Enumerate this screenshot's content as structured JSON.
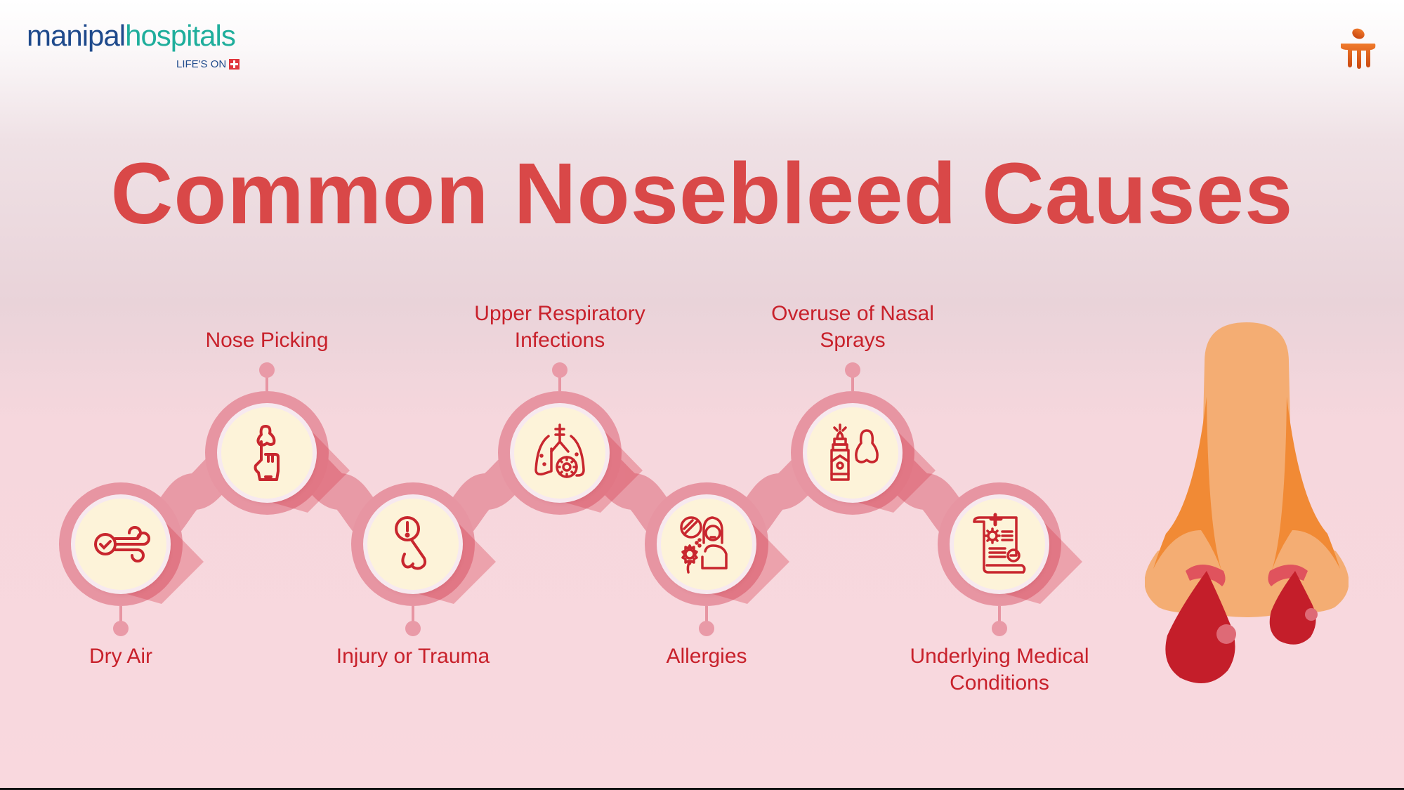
{
  "header": {
    "logo": {
      "word_part1": "manipal",
      "word_part2": "hospitals",
      "tagline": "LIFE'S ON"
    },
    "brand_mark_icon": "manipal-torch-icon"
  },
  "title": "Common Nosebleed Causes",
  "colors": {
    "title": "#d94848",
    "label": "#c8212b",
    "track": "#e89aa6",
    "icon_fill": "#fdf3d9",
    "icon_stroke": "#c8262e",
    "nose_light": "#f4ad73",
    "nose_dark": "#f18a35",
    "blood": "#c41e2a"
  },
  "causes": [
    {
      "label": "Dry Air",
      "icon": "wind-check-icon",
      "position": "bottom"
    },
    {
      "label": "Nose Picking",
      "icon": "finger-nose-icon",
      "position": "top"
    },
    {
      "label": "Injury or Trauma",
      "icon": "nose-alert-icon",
      "position": "bottom"
    },
    {
      "label_line1": "Upper Respiratory",
      "label_line2": "Infections",
      "icon": "lungs-virus-icon",
      "position": "top"
    },
    {
      "label": "Allergies",
      "icon": "allergy-person-icon",
      "position": "bottom"
    },
    {
      "label_line1": "Overuse of Nasal",
      "label_line2": "Sprays",
      "icon": "nasal-spray-icon",
      "position": "top"
    },
    {
      "label_line1": "Underlying Medical",
      "label_line2": "Conditions",
      "icon": "medical-report-icon",
      "position": "bottom"
    }
  ],
  "illustration": "bleeding-nose-illustration"
}
